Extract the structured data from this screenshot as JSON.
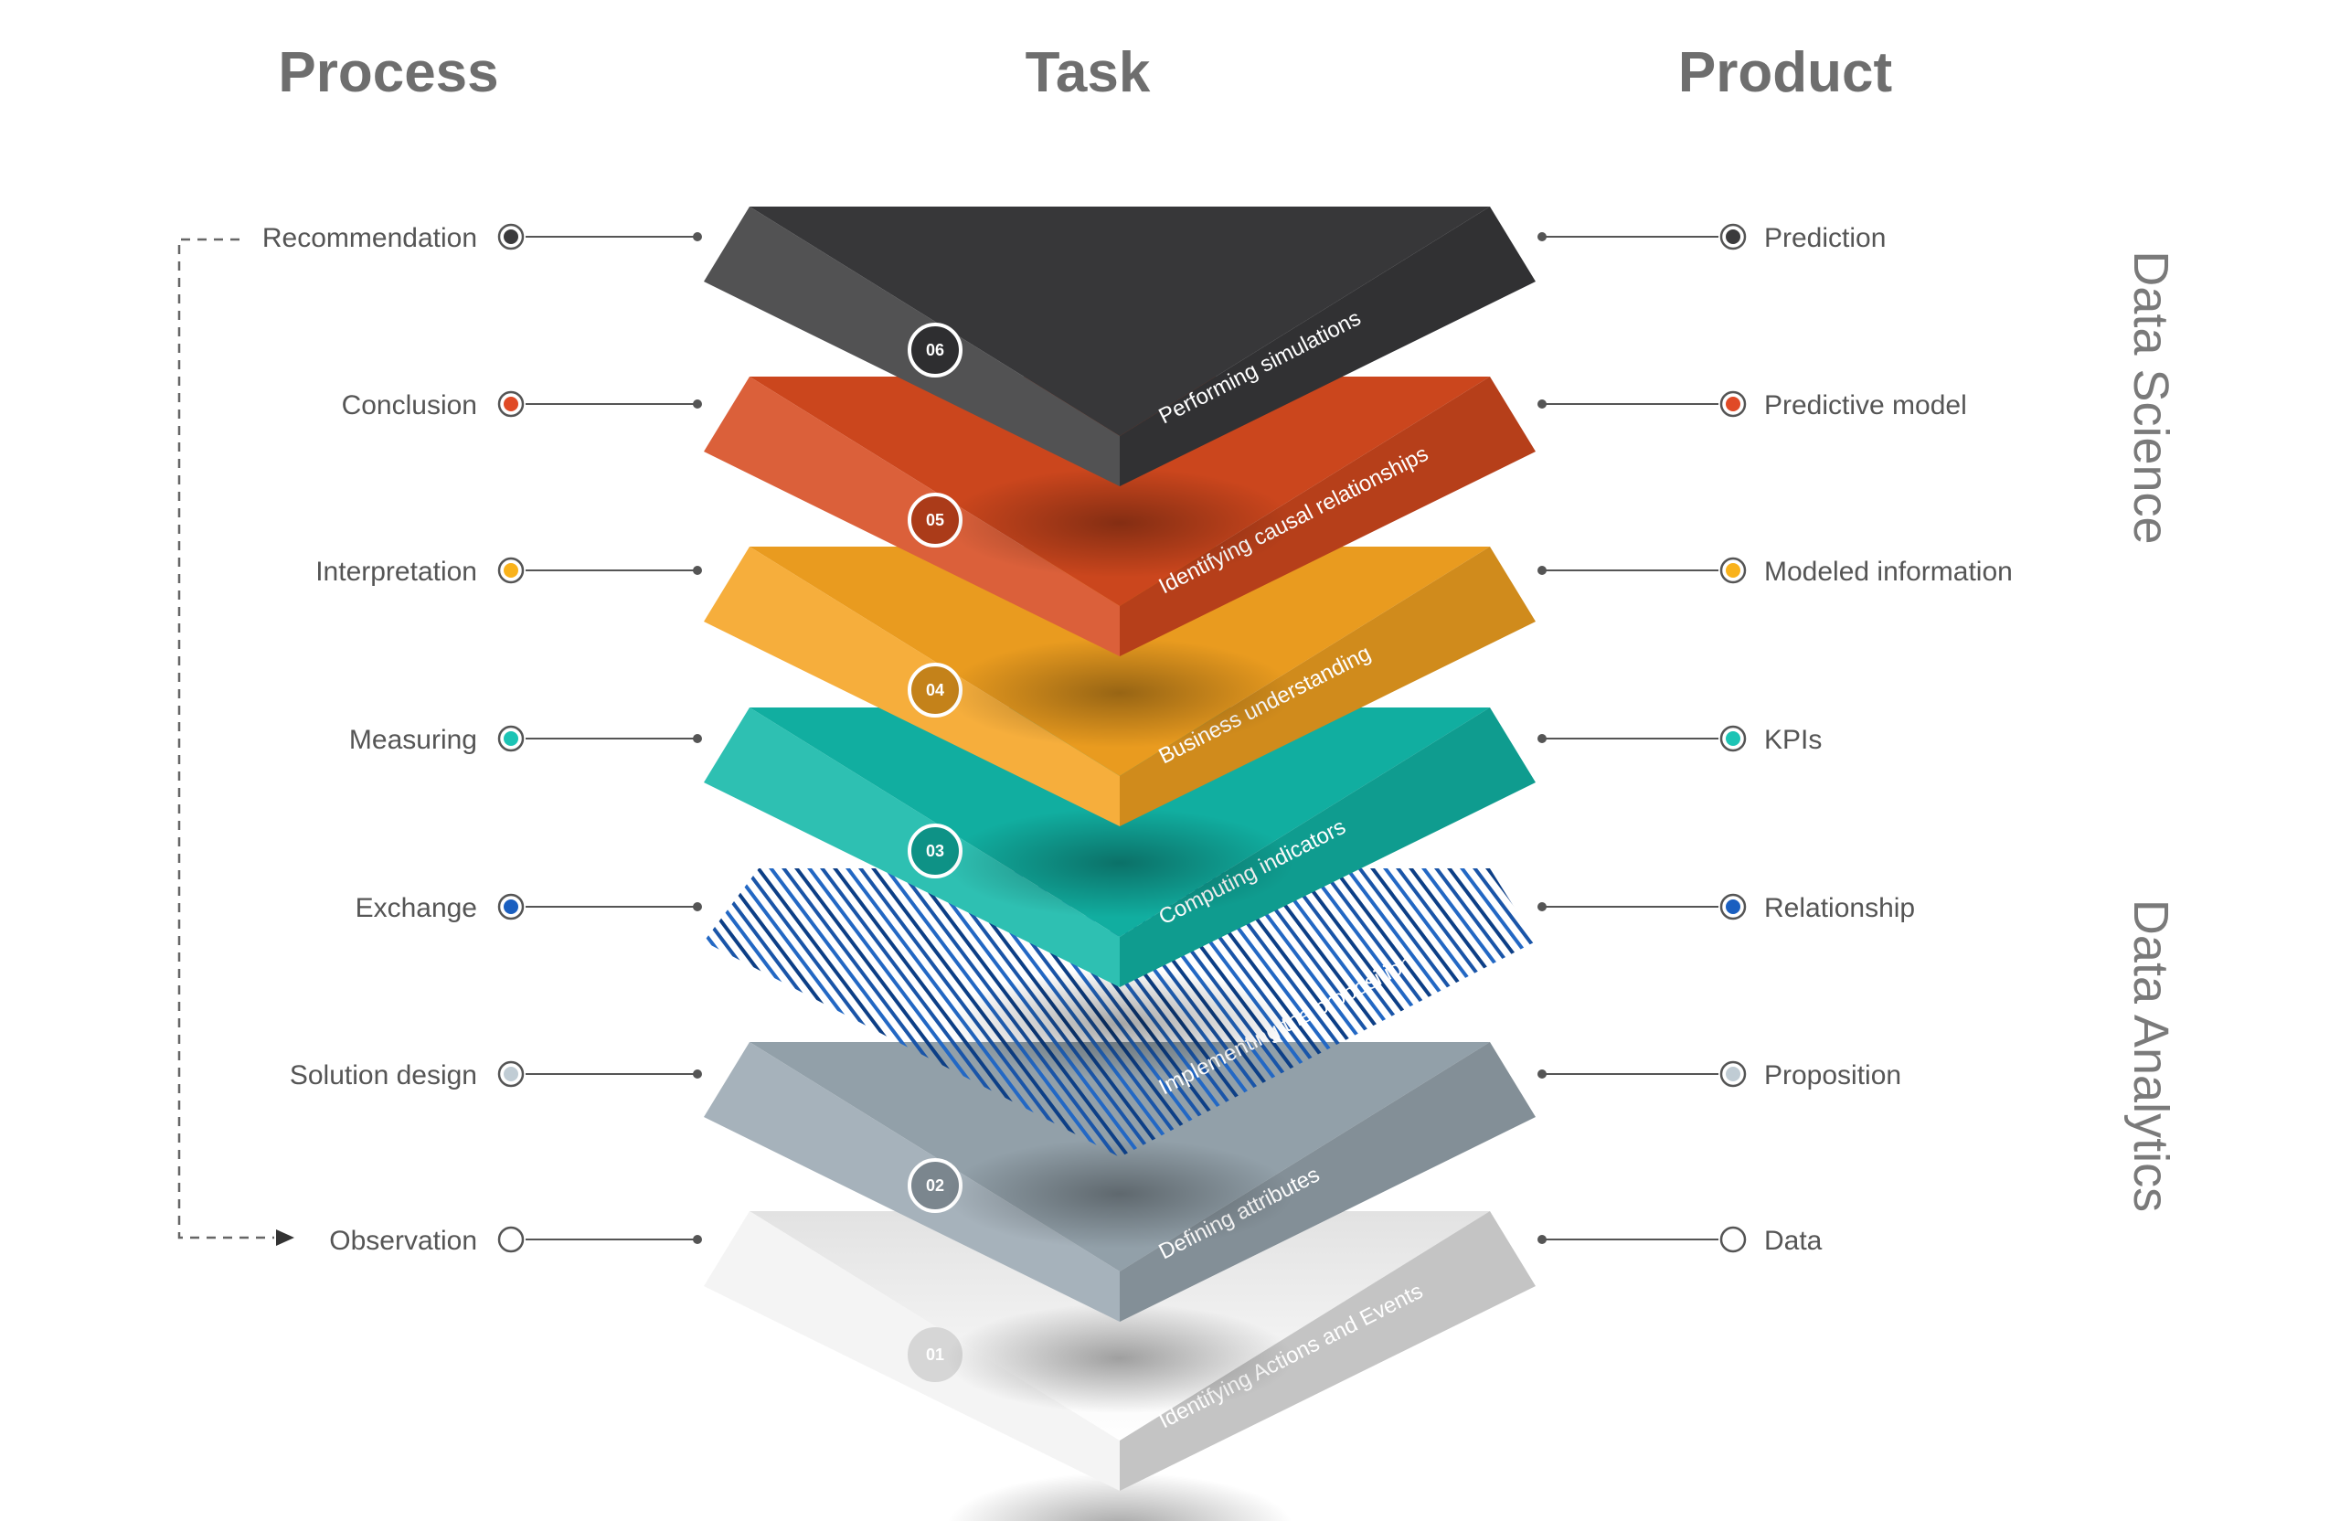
{
  "headers": {
    "process": "Process",
    "task": "Task",
    "product": "Product"
  },
  "groups": {
    "data_science": "Data Science",
    "data_analytics": "Data Analytics"
  },
  "layers": [
    {
      "num": "06",
      "task": "Performing simulations",
      "process": "Recommendation",
      "product": "Prediction",
      "color": "#3a3a3c",
      "dot": "#3a3a3c"
    },
    {
      "num": "05",
      "task": "Identifying causal relationships",
      "process": "Conclusion",
      "product": "Predictive model",
      "color": "#d64a1f",
      "dot": "#e04a26"
    },
    {
      "num": "04",
      "task": "Business understanding",
      "process": "Interpretation",
      "product": "Modeled information",
      "color": "#f5a321",
      "dot": "#f9b21b"
    },
    {
      "num": "03",
      "task": "Computing indicators",
      "process": "Measuring",
      "product": "KPIs",
      "color": "#12b7a8",
      "dot": "#1cc4b5"
    },
    {
      "num": "",
      "task": "Implementing the proposition",
      "process": "Exchange",
      "product": "Relationship",
      "color": "#1f5fae",
      "dot": "#1a5fc0"
    },
    {
      "num": "02",
      "task": "Defining attributes",
      "process": "Solution design",
      "product": "Proposition",
      "color": "#9aa8b2",
      "dot": "#c0ccd4"
    },
    {
      "num": "01",
      "task": "Identifying Actions and Events",
      "process": "Observation",
      "product": "Data",
      "color": "#d4d4d4",
      "dot": "#ffffff"
    }
  ]
}
